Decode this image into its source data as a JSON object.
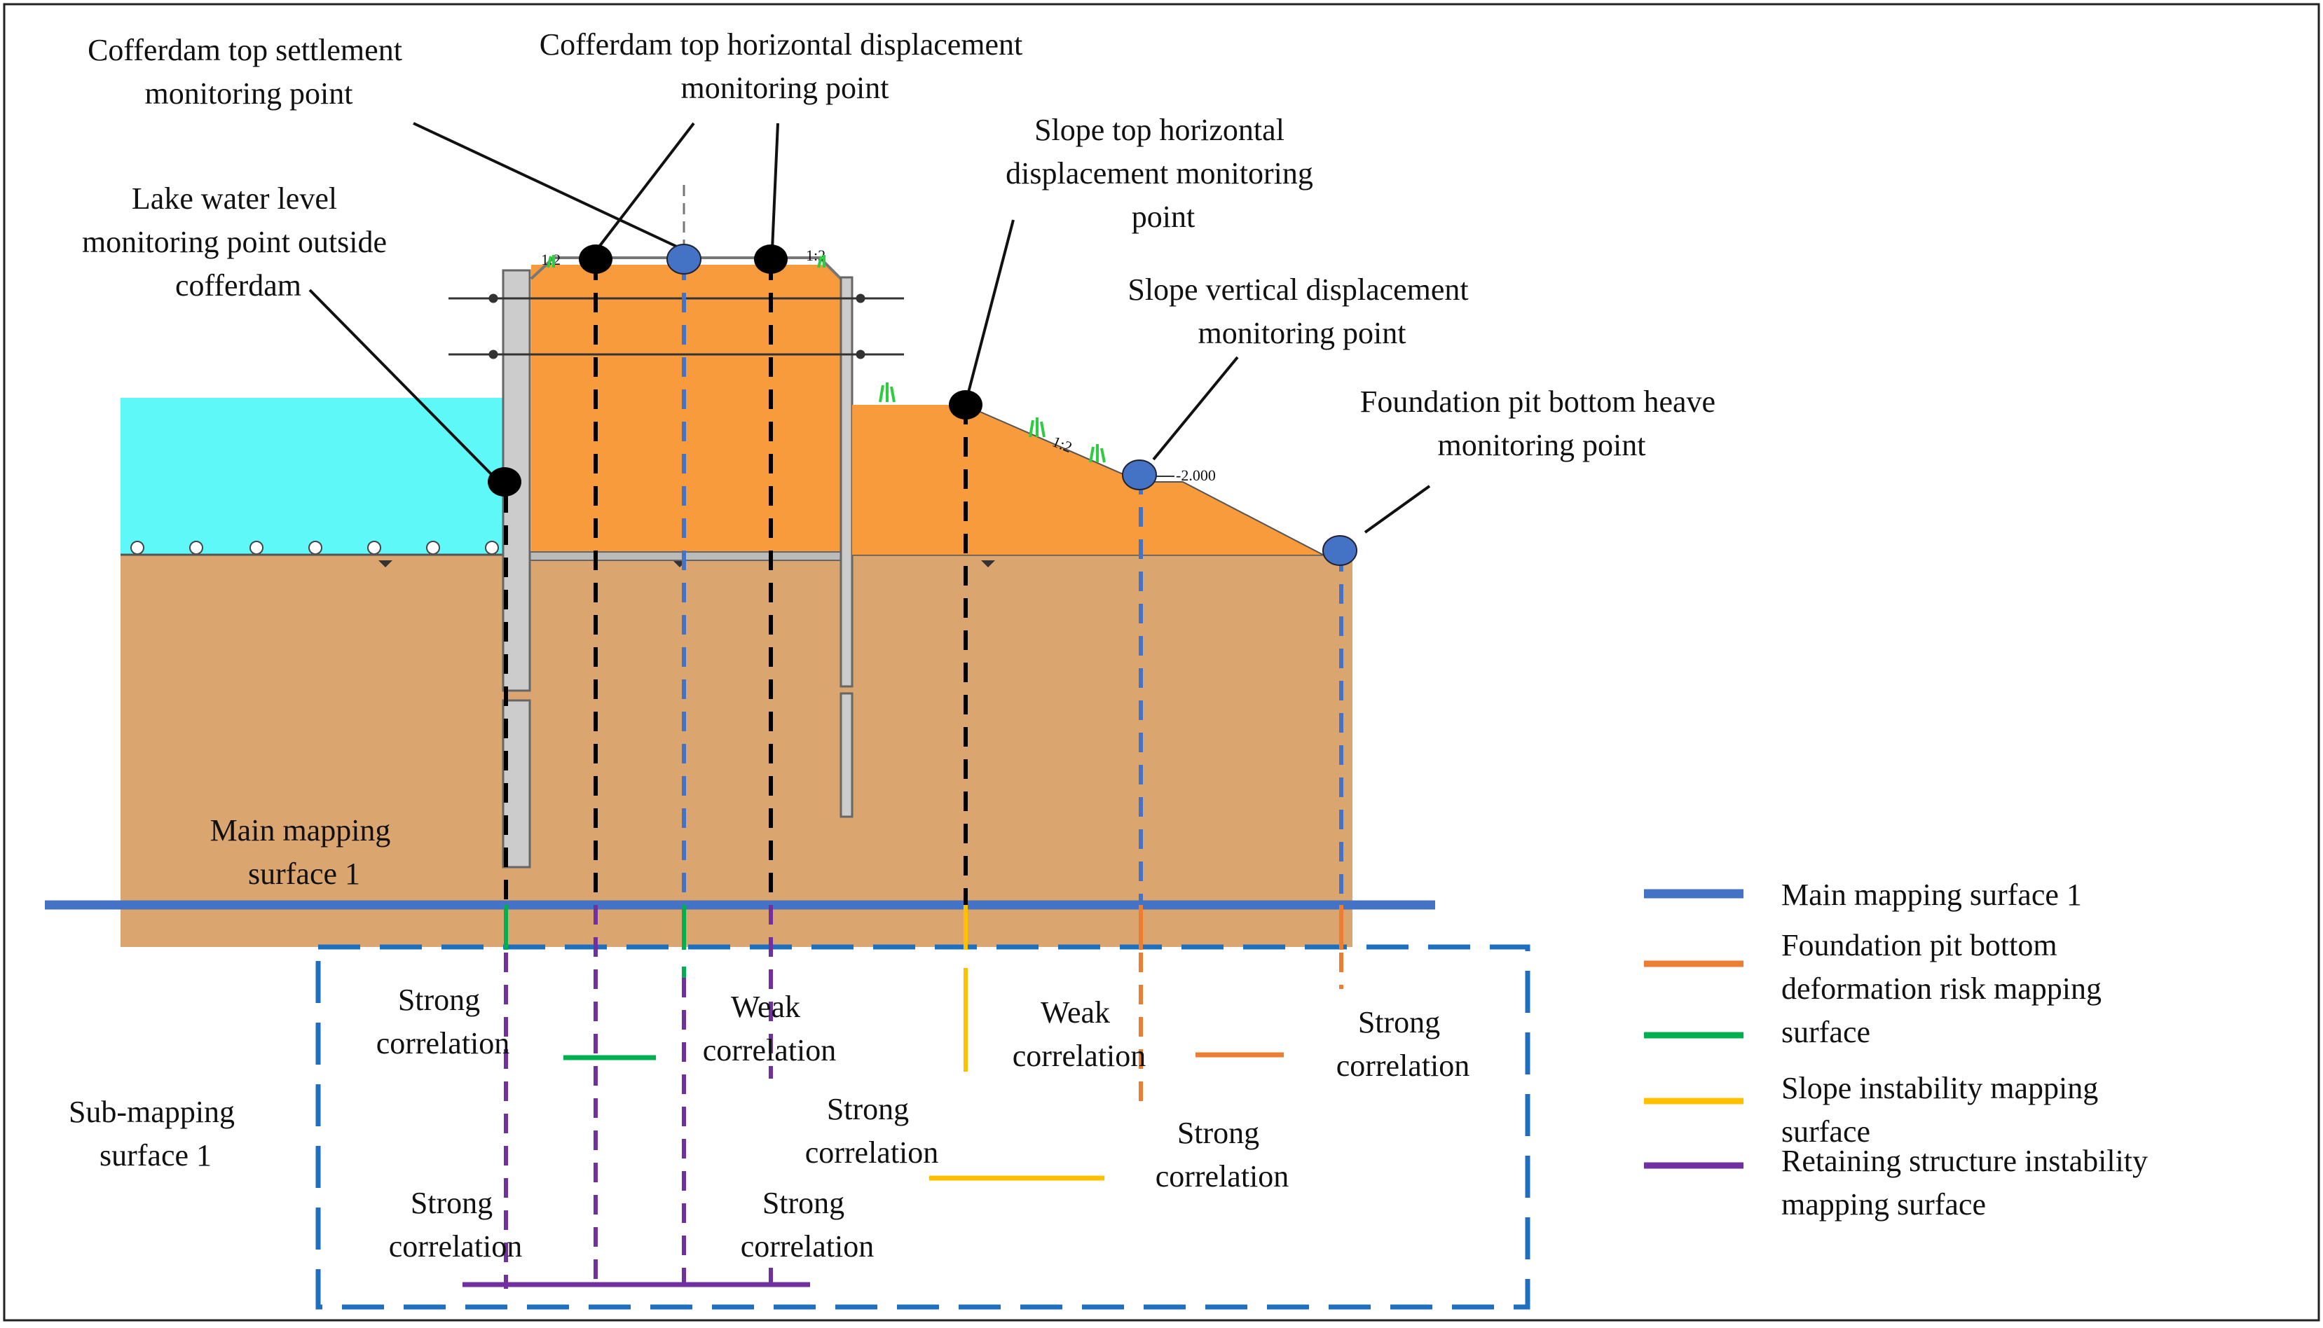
{
  "labels": {
    "cofferdam_settlement": [
      "Cofferdam top settlement",
      "monitoring point"
    ],
    "cofferdam_horizontal": [
      "Cofferdam top horizontal displacement",
      "monitoring point"
    ],
    "slope_top_horizontal": [
      "Slope top horizontal",
      "displacement monitoring",
      "point"
    ],
    "slope_vertical": [
      "Slope vertical displacement",
      "monitoring point"
    ],
    "pit_bottom_heave": [
      "Foundation pit bottom heave",
      "monitoring point"
    ],
    "lake_water_level": [
      "Lake water level",
      "monitoring point outside",
      "cofferdam"
    ],
    "main_surface": [
      "Main mapping",
      "surface 1"
    ],
    "sub_surface": [
      "Sub-mapping",
      "surface 1"
    ]
  },
  "slope_marks": {
    "left_ratio": "1:2",
    "right_ratio": "1:2",
    "slope_ratio": "1:2",
    "elevation": "-2.000"
  },
  "correlations": {
    "strong_a": [
      "Strong",
      "correlation"
    ],
    "weak_a": [
      "Weak",
      "correlation"
    ],
    "weak_b": [
      "Weak",
      "correlation"
    ],
    "strong_b": [
      "Strong",
      "correlation"
    ],
    "strong_c": [
      "Strong",
      "correlation"
    ],
    "strong_d": [
      "Strong",
      "correlation"
    ],
    "strong_e": [
      "Strong",
      "correlation"
    ],
    "strong_f": [
      "Strong",
      "correlation"
    ]
  },
  "legend": [
    {
      "lines": [
        "Main mapping surface 1"
      ],
      "color": "#4472c4"
    },
    {
      "lines": [
        "Foundation pit bottom",
        "deformation risk mapping",
        "surface"
      ],
      "color": "#ed7d31"
    },
    {
      "lines": [
        "Slope instability mapping",
        "surface"
      ],
      "color": "#ffc000"
    },
    {
      "lines": [
        "Retaining structure instability",
        "mapping surface"
      ],
      "color": "#7030a0"
    }
  ],
  "legend_extra_color": "#00b050",
  "colors": {
    "water": "#5ff8f8",
    "soil": "#dba570",
    "fill": "#f89b3c",
    "main_surface": "#4472c4",
    "sub_frame": "#1f6fbf",
    "black_point": "#000000",
    "blue_point": "#4472c4",
    "grass": "#2ecc40"
  }
}
